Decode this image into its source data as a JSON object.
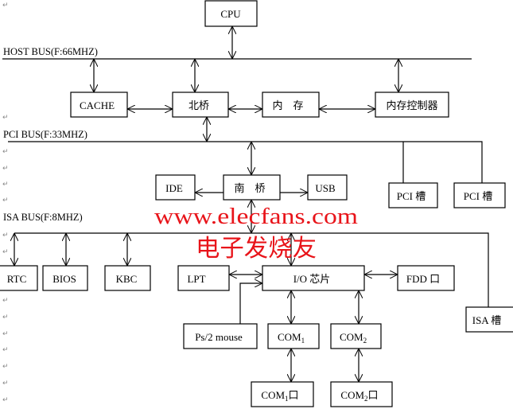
{
  "buses": {
    "host": "HOST BUS(F:66MHZ)",
    "pci": "PCI BUS(F:33MHZ)",
    "isa": "ISA BUS(F:8MHZ)"
  },
  "nodes": {
    "cpu": "CPU",
    "cache": "CACHE",
    "north_bridge": "北桥",
    "memory": "内　存",
    "memory_controller": "内存控制器",
    "ide": "IDE",
    "south_bridge": "南　桥",
    "usb": "USB",
    "pci_slot_1": "PCI 槽",
    "pci_slot_2": "PCI 槽",
    "rtc": "RTC",
    "bios": "BIOS",
    "kbc": "KBC",
    "lpt": "LPT",
    "io_chip": "I/O 芯片",
    "fdd_port": "FDD 口",
    "isa_slot": "ISA 槽",
    "ps2_mouse": "Ps/2 mouse",
    "com1": {
      "base": "COM",
      "sub": "1"
    },
    "com2": {
      "base": "COM",
      "sub": "2"
    },
    "com1_port": {
      "base": "COM",
      "sub": "1",
      "suffix": "口"
    },
    "com2_port": {
      "base": "COM",
      "sub": "2",
      "suffix": "口"
    }
  },
  "watermark": {
    "url": "www.elecfans.com",
    "site": "电子发烧友",
    "color": "#e8141a"
  },
  "paragraph_mark": "↵"
}
